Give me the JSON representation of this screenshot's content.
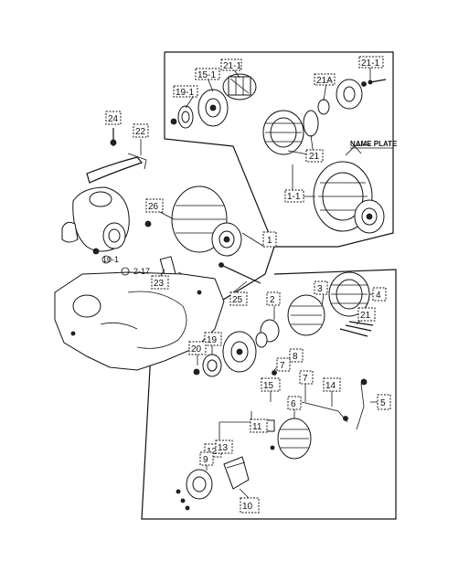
{
  "callouts": {
    "c21_1a": "21-1",
    "c15_1": "15-1",
    "c21_1b": "21-1",
    "c21a": "21A",
    "c19_1": "19-1",
    "c24": "24",
    "c22": "22",
    "c21": "21",
    "c26": "26",
    "c1_1": "1-1",
    "c1": "1",
    "c2": "2",
    "c3": "3",
    "c4": "4",
    "c25": "25",
    "c23": "23",
    "c21b": "21",
    "c19": "19",
    "c20": "20",
    "c8": "8",
    "c7": "7",
    "c15": "15",
    "c5": "5",
    "c6": "6",
    "c14": "14",
    "c11": "11",
    "c12": "12",
    "c13": "13",
    "c9": "9",
    "c10": "10"
  },
  "labels": {
    "name_plate": "NAME PLATE",
    "ref_10_1": "10-1",
    "ref_2_17": "2-17"
  }
}
